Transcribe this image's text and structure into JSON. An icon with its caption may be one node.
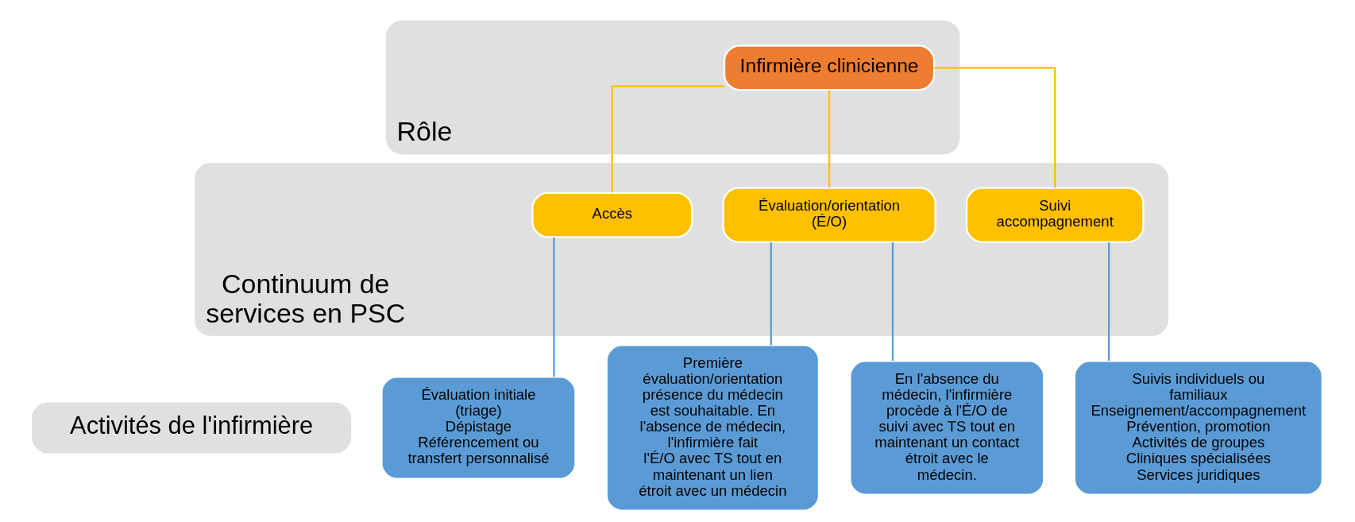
{
  "diagram": {
    "nodes": [
      {
        "text": [
          "Rôle"
        ]
      },
      {
        "text": [
          "Infirmière clinicienne"
        ],
        "in": 0
      },
      {
        "text": [
          "Continuum de services en PSC"
        ]
      },
      {
        "text": [
          "Accès"
        ],
        "in": 2
      },
      {
        "text": [
          "Évaluation/orientation (É/O)"
        ],
        "in": 2
      },
      {
        "text": [
          "Suivi accompagnement"
        ],
        "in": 2
      },
      {
        "text": [
          "Activités de l'infirmière"
        ]
      },
      {
        "text": [
          "Évaluation initiale (triage)",
          "Dépistage",
          "Référencement ou transfert personnalisé"
        ]
      },
      {
        "text": [
          "Première évaluation/orientation présence du médecin est souhaitable. En l'absence de médecin, l'infirmière fait l'É/O avec TS tout en maintenant un lien étroit avec un médecin"
        ]
      },
      {
        "text": [
          "En l'absence du médecin, l'infirmière procède à l'É/O de suivi avec TS tout en maintenant un contact étroit avec le médecin."
        ]
      },
      {
        "text": [
          "Suivis individuels ou familiaux",
          "Enseignement/accompagnement",
          "Prévention, promotion",
          "Activités de groupes",
          "Cliniques spécialisées",
          "Services juridiques"
        ]
      }
    ],
    "edges": [
      {
        "from": 1,
        "to": 3,
        "arrow": "none",
        "color": "#ffc000"
      },
      {
        "from": 1,
        "to": 4,
        "arrow": "none",
        "color": "#ffc000"
      },
      {
        "from": 1,
        "to": 5,
        "arrow": "none",
        "color": "#ffc000"
      },
      {
        "from": 3,
        "to": 7,
        "arrow": "none",
        "color": "#5b9bd5"
      },
      {
        "from": 4,
        "to": 8,
        "arrow": "none",
        "color": "#5b9bd5"
      },
      {
        "from": 4,
        "to": 9,
        "arrow": "none",
        "color": "#5b9bd5"
      },
      {
        "from": 5,
        "to": 10,
        "arrow": "none",
        "color": "#5b9bd5"
      }
    ]
  }
}
